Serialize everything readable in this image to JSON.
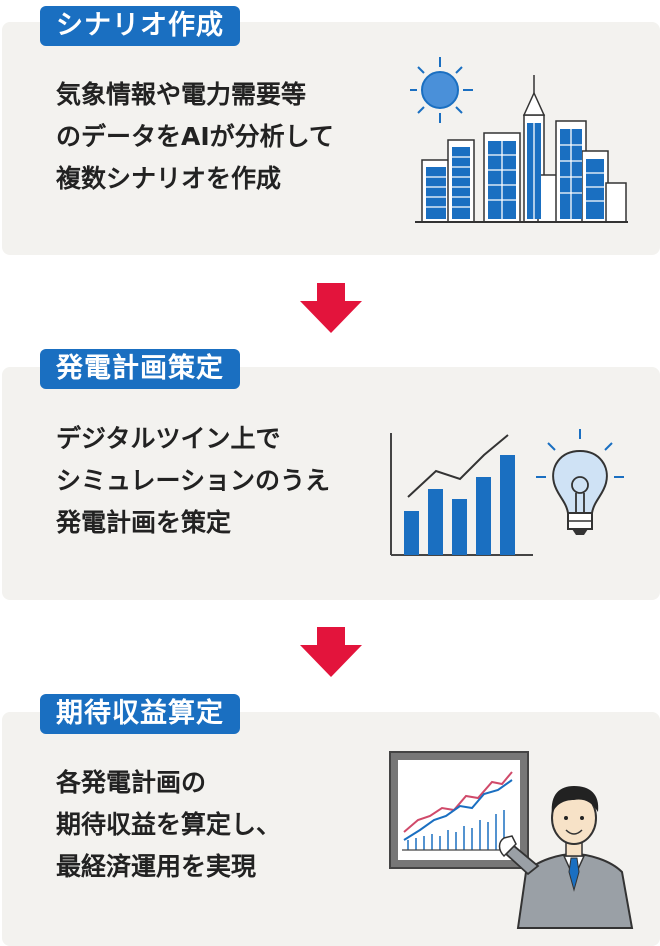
{
  "steps": [
    {
      "badge": "シナリオ作成",
      "lines": [
        "気象情報や電力需要等",
        "のデータをAIが分析して",
        "複数シナリオを作成"
      ],
      "illustration": "sun-and-city-icon"
    },
    {
      "badge": "発電計画策定",
      "lines": [
        "デジタルツイン上で",
        "シミュレーションのうえ",
        "発電計画を策定"
      ],
      "illustration": "bar-chart-and-lightbulb-icon"
    },
    {
      "badge": "期待収益算定",
      "lines": [
        "各発電計画の",
        "期待収益を算定し、",
        "最経済運用を実現"
      ],
      "illustration": "presenter-with-chart-icon"
    }
  ],
  "colors": {
    "badge": "#1a6fc1",
    "arrow": "#e3143c",
    "card": "#f3f2ef",
    "illustration": "#1a6fc1"
  }
}
